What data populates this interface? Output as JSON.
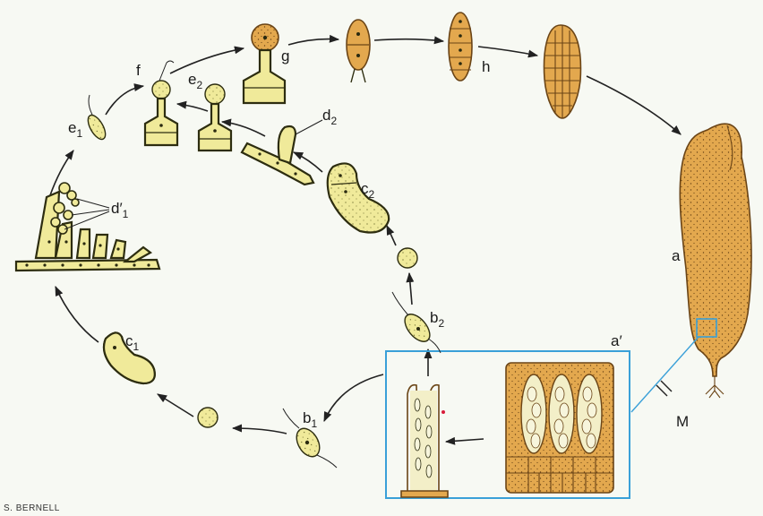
{
  "labels": {
    "a": "a",
    "a_prime": "a′",
    "b1_base": "b",
    "b1_sub": "1",
    "b2_base": "b",
    "b2_sub": "2",
    "c1_base": "c",
    "c1_sub": "1",
    "c2_base": "c",
    "c2_sub": "2",
    "d1_base": "d′",
    "d1_sub": "1",
    "d2_base": "d",
    "d2_sub": "2",
    "e1_base": "e",
    "e1_sub": "1",
    "e2_base": "e",
    "e2_sub": "2",
    "f": "f",
    "g": "g",
    "h": "h",
    "M": "M"
  },
  "credit": "S. BERNELL",
  "colors": {
    "background": "#f7f9f3",
    "gametophyte_fill": "#f0ea9a",
    "sporophyte_fill": "#e3a84e",
    "inset_frame": "#3aa0d8",
    "arrow": "#222222"
  }
}
